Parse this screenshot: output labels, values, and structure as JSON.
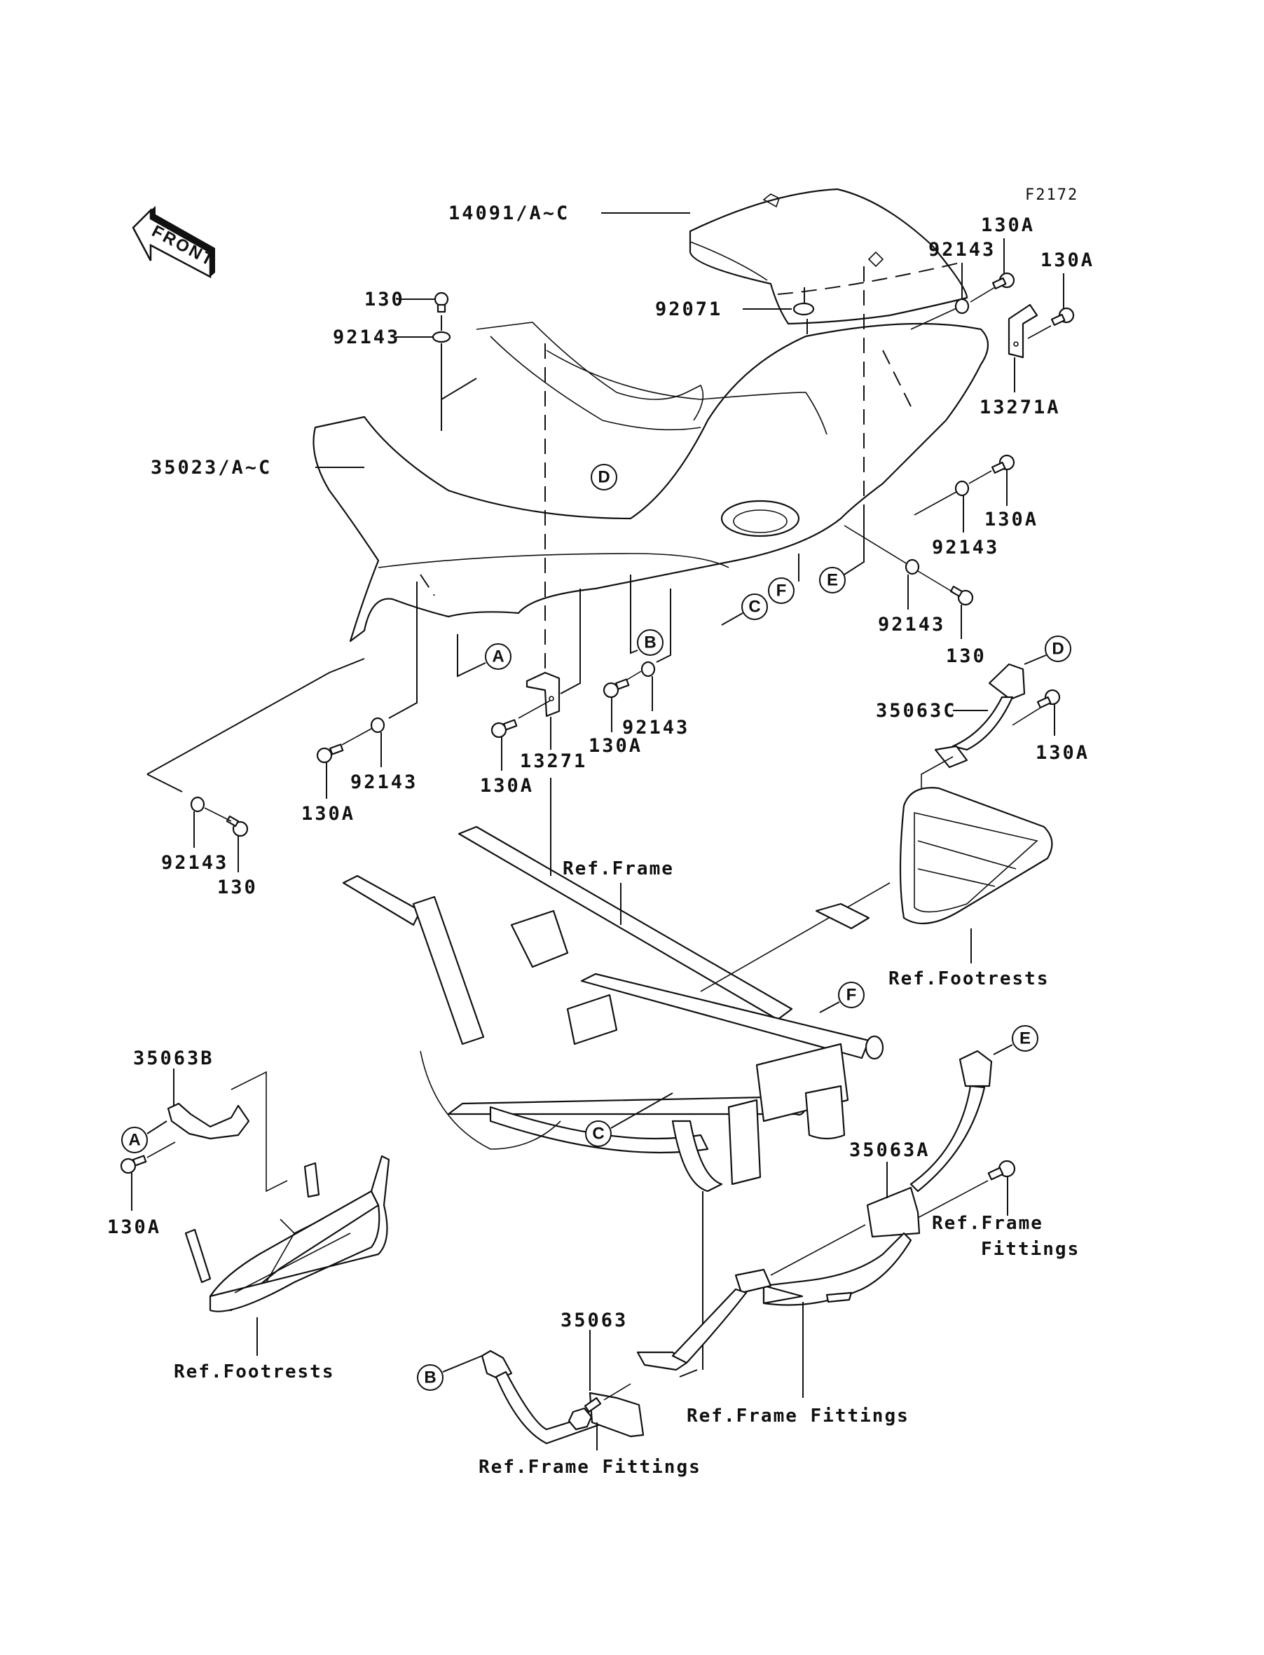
{
  "figure_id": "F2172",
  "front_indicator": "FRONT",
  "parts": {
    "seat_cover": "14091/A~C",
    "grommet": "92071",
    "side_cover": "35023/A~C",
    "bracket_a": "13271A",
    "bracket": "13271",
    "bolt": "130",
    "bolt_a": "130A",
    "washer": "92143",
    "step_c": "35063C",
    "step_b": "35063B",
    "step_a": "35063A",
    "step": "35063"
  },
  "callouts": {
    "a": "A",
    "b": "B",
    "c": "C",
    "d": "D",
    "e": "E",
    "f": "F"
  },
  "references": {
    "frame": "Ref.Frame",
    "footrests": "Ref.Footrests",
    "frame_fittings": "Ref.Frame Fittings",
    "frame_fittings_line1": "Ref.Frame",
    "frame_fittings_line2": "Fittings"
  }
}
